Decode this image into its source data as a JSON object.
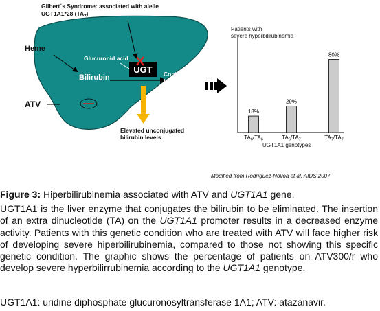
{
  "figure": {
    "gilbert_line1": "Gilbert´s Syndrome: associated with alelle",
    "gilbert_line2": "UGT1A1*28 (TA",
    "gilbert_sub": "7",
    "gilbert_close": ")",
    "heme_label": "Heme",
    "glucuronid_label": "Glucuronid acid",
    "ugt_label": "UGT",
    "bilirubin_label": "Bilirubin",
    "conjugated_line1": "Conjugated",
    "conjugated_line2": "bilirubin",
    "atv_label": "ATV",
    "elevated_line1": "Elevated unconjugated",
    "elevated_line2": "bilirubin levels",
    "source_note": "Modified from Rodríguez-Nóvoa et al, AIDS 2007",
    "colors": {
      "liver": "#148a88",
      "ugt_box": "#000000",
      "arrow_down": "#f4b400",
      "cross": "#e02020",
      "bar_fill": "#cccccc"
    }
  },
  "chart_data": {
    "type": "bar",
    "title": "Patients with severe hyperbilirubinemia",
    "title_line1": "Patients with",
    "title_line2": "severe hyperbilirubinemia",
    "xlabel": "UGT1A1 genotypes",
    "categories": [
      {
        "main": "TA",
        "s1": "6",
        "sep": "/TA",
        "s2": "6"
      },
      {
        "main": "TA",
        "s1": "6",
        "sep": "/TA",
        "s2": "7"
      },
      {
        "main": "TA",
        "s1": "7",
        "sep": "/TA",
        "s2": "7"
      }
    ],
    "values": [
      18,
      29,
      80
    ],
    "value_labels": [
      "18%",
      "29%",
      "80%"
    ],
    "ylim": [
      0,
      100
    ]
  },
  "caption": {
    "label": "Figure 3:",
    "text_a": " Hiperbilirubinemia associated with ATV and ",
    "text_italic": "UGT1A1",
    "text_b": " gene."
  },
  "body": {
    "p1": "UGT1A1 is the liver enzyme that conjugates the bilirubin to be eliminated. The insertion of an extra dinucleotide (TA) on the ",
    "p1_i": "UGT1A1",
    "p2": " promoter results in a decreased enzyme activity. Patients with this genetic condition who are treated with ATV will face higher risk of developing severe hiperbilirubinemia, compared to those not showing this specific genetic condition. The graphic shows the percentage of patients on ATV300/r who develop severe hyperbilirrubinemia according to the ",
    "p2_i": "UGT1A1",
    "p3": " genotype."
  },
  "abbreviations": "UGT1A1: uridine diphosphate glucuronosyltransferase 1A1; ATV: atazanavir."
}
